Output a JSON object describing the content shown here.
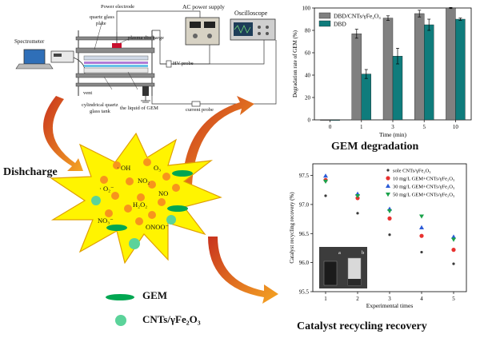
{
  "apparatus": {
    "spectrometer": "Spectrometer",
    "power_electrode": "Power electrode",
    "ac_power_supply": "AC power supply",
    "oscilloscope": "Oscilloscope",
    "quartz_glass_plate_1": "quartz glass",
    "quartz_glass_plate_2": "plate",
    "plasma_discharge": "plasma discharge",
    "hv_probe": "HV probe",
    "vent": "vent",
    "current_probe": "current probe",
    "cyl_quartz_1": "cylindrical quartz",
    "cyl_quartz_2": "glass tank",
    "liquid": "the liquid of GEM"
  },
  "discharge_label": "Dishcharge",
  "species": {
    "oh": "· OH",
    "o3": "O₃",
    "no2": "NO₂",
    "o2": "· O₂⁻",
    "no": "NO",
    "h2o2": "H₂O₂",
    "no3": "NO₃⁻",
    "onoo": "ONOO⁻"
  },
  "legend": {
    "gem": "GEM",
    "catalyst": "CNTs/γFe₂O₃"
  },
  "section_titles": {
    "degradation": "GEM degradation",
    "recycling": "Catalyst recycling recovery"
  },
  "colors": {
    "star_fill": "#fff400",
    "star_stroke": "#e0a000",
    "orange_dot": "#f7941d",
    "gem_green": "#00a651",
    "catalyst_green": "#5bd39a",
    "arrow_red": "#c8321e",
    "arrow_orange": "#f5a623",
    "bar_gray": "#808080",
    "bar_teal": "#0f7c7c"
  },
  "chart_data": [
    {
      "type": "bar",
      "categories": [
        "0",
        "1",
        "3",
        "5",
        "10"
      ],
      "series": [
        {
          "name": "DBD/CNTs/γFe₂O₃",
          "values": [
            0,
            77,
            91,
            95,
            100
          ],
          "errors": [
            0,
            4,
            2,
            3,
            0.5
          ],
          "color": "#808080"
        },
        {
          "name": "DBD",
          "values": [
            0,
            41,
            57,
            85,
            90
          ],
          "errors": [
            0,
            4,
            7,
            5,
            1
          ],
          "color": "#0f7c7c"
        }
      ],
      "xlabel": "Time (min)",
      "ylabel": "Degradation rate of GEM (%)",
      "ylim": [
        0,
        100
      ],
      "yticks": [
        0,
        20,
        40,
        60,
        80,
        100
      ],
      "legend_position": "top-left"
    },
    {
      "type": "scatter",
      "x": [
        1,
        2,
        3,
        4,
        5
      ],
      "series": [
        {
          "name": "sole CNTs/γFe₂O₃",
          "values": [
            97.15,
            96.85,
            96.48,
            96.18,
            95.98
          ],
          "color": "#3a3a3a",
          "marker": "dot"
        },
        {
          "name": "10 mg/L GEM+CNTs/γFe₂O₃",
          "values": [
            97.42,
            97.11,
            96.76,
            96.46,
            96.22
          ],
          "color": "#e8312f",
          "marker": "circle"
        },
        {
          "name": "30 mg/L GEM+CNTs/γFe₂O₃",
          "values": [
            97.49,
            97.18,
            96.92,
            96.6,
            96.44
          ],
          "color": "#2b5bd6",
          "marker": "triangle-up"
        },
        {
          "name": "50 mg/L GEM+CNTs/γFe₂O₃",
          "values": [
            97.4,
            97.15,
            96.89,
            96.8,
            96.4
          ],
          "color": "#1aa24a",
          "marker": "triangle-down"
        }
      ],
      "xlabel": "Experimental times",
      "ylabel": "Catalyst recycling recovery (%)",
      "ylim": [
        95.5,
        97.7
      ],
      "yticks": [
        95.5,
        96.0,
        96.5,
        97.0,
        97.5
      ],
      "xticks": [
        1,
        2,
        3,
        4,
        5
      ],
      "legend_position": "top-right",
      "inset_labels": [
        "a",
        "b"
      ]
    }
  ]
}
